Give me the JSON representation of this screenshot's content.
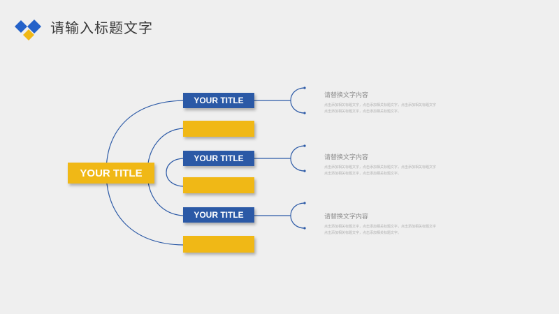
{
  "header": {
    "title": "请输入标题文字",
    "logo_icon": "blue-yellow-diamonds-logo"
  },
  "colors": {
    "background": "#efefef",
    "blue": "#2b59a6",
    "yellow": "#f0b816",
    "connector": "#2b59a6"
  },
  "diagram": {
    "main_title": "YOUR TITLE",
    "branches": [
      {
        "title": "YOUR TITLE",
        "desc_heading": "请替换文字内容",
        "desc_lines": [
          "点击添加相关标题文字，点击添加相关标题文字，点击添加相关标题文字",
          "点击添加相关标题文字，点击添加相关标题文字。"
        ]
      },
      {
        "title": "YOUR TITLE",
        "desc_heading": "请替换文字内容",
        "desc_lines": [
          "点击添加相关标题文字，点击添加相关标题文字，点击添加相关标题文字",
          "点击添加相关标题文字，点击添加相关标题文字。"
        ]
      },
      {
        "title": "YOUR TITLE",
        "desc_heading": "请替换文字内容",
        "desc_lines": [
          "点击添加相关标题文字，点击添加相关标题文字，点击添加相关标题文字",
          "点击添加相关标题文字，点击添加相关标题文字。"
        ]
      }
    ]
  }
}
